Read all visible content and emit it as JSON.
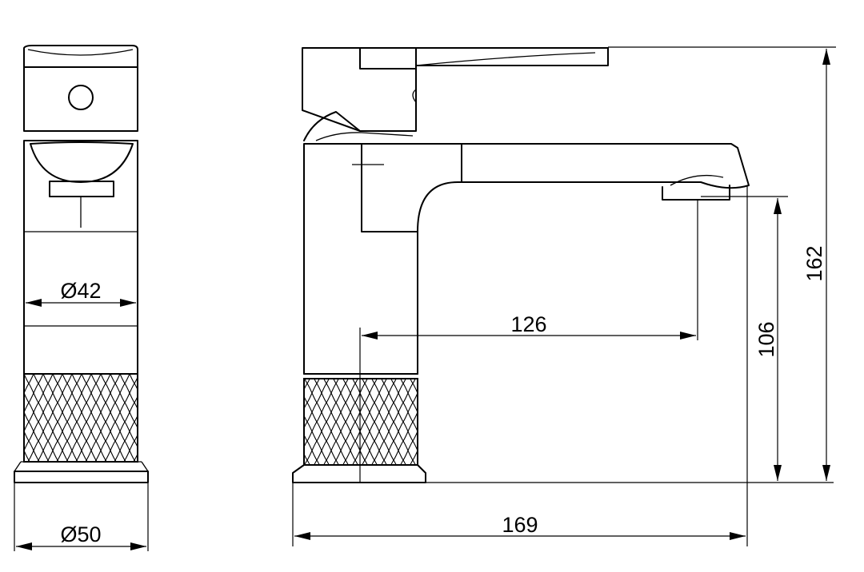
{
  "drawing": {
    "line_color": "#000000",
    "background": "#ffffff",
    "dimensions": {
      "inner_diameter": "Ø42",
      "base_diameter": "Ø50",
      "spout_reach": "126",
      "overall_depth": "169",
      "spout_height": "106",
      "overall_height": "162"
    }
  }
}
